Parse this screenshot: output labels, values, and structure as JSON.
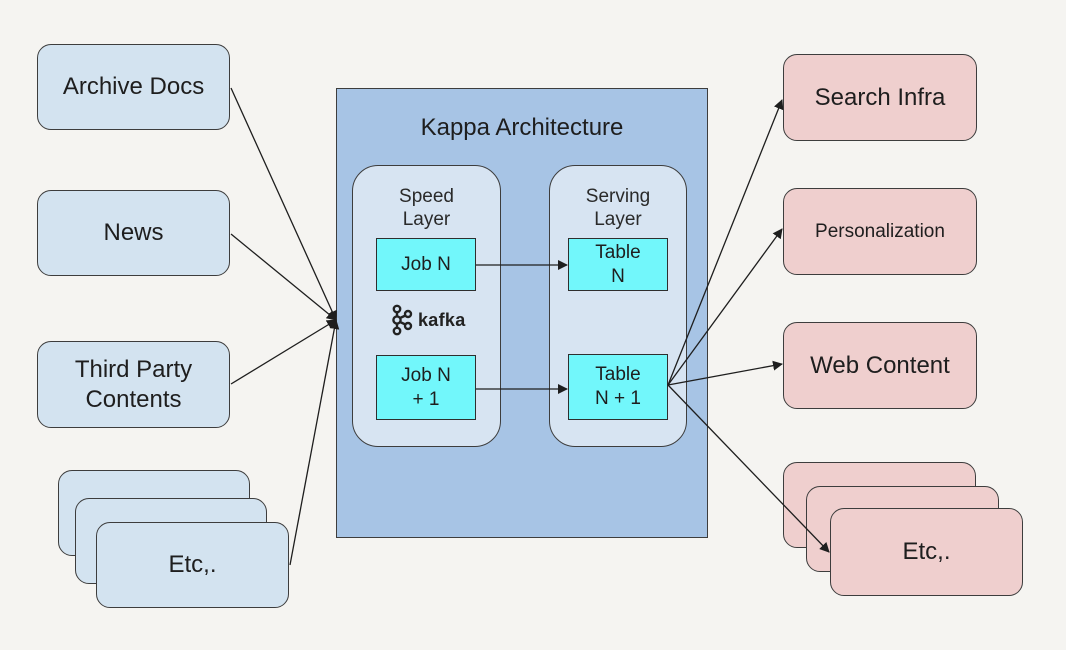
{
  "diagram": {
    "title": "Kappa Architecture",
    "sources": {
      "archive_docs": "Archive Docs",
      "news": "News",
      "third_party": "Third Party\nContents",
      "etc": "Etc,."
    },
    "speed_layer": {
      "title": "Speed\nLayer",
      "job_n": "Job N",
      "job_n_plus_1": "Job N\n+ 1",
      "kafka_logo": "kafka"
    },
    "serving_layer": {
      "title": "Serving\nLayer",
      "table_n": "Table\nN",
      "table_n_plus_1": "Table\nN + 1"
    },
    "destinations": {
      "search_infra": "Search Infra",
      "personalization": "Personalization",
      "web_content": "Web Content",
      "etc": "Etc,."
    }
  },
  "colors": {
    "background": "#f5f4f1",
    "source_fill": "#d3e3f0",
    "destination_fill": "#efcfce",
    "architecture_fill": "#a7c4e5",
    "layer_fill": "#d7e4f2",
    "job_fill": "#72f7fb",
    "stroke": "#3d3d3d"
  }
}
